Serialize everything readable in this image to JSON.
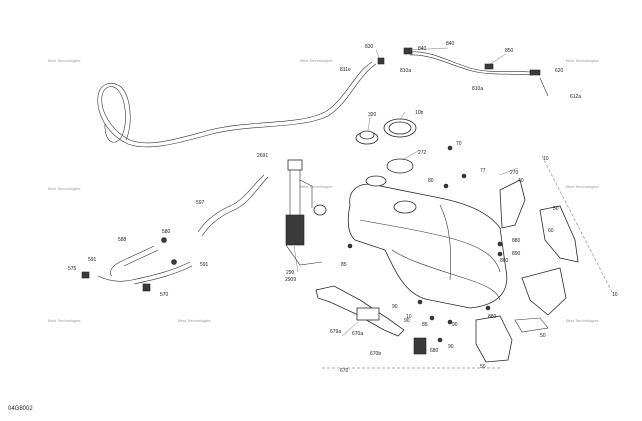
{
  "diagram_code": "04G8002",
  "watermark": "Best Technologies",
  "part_labels": [
    "830",
    "840",
    "811e",
    "810a",
    "850",
    "620",
    "810a",
    "612a",
    "320",
    "10b",
    "272",
    "70",
    "77",
    "10",
    "40",
    "80",
    "50",
    "60",
    "270",
    "2691",
    "597",
    "580",
    "588",
    "591",
    "591",
    "575",
    "570",
    "290",
    "2909",
    "880",
    "890",
    "85",
    "90",
    "85",
    "90",
    "679a",
    "670a",
    "90",
    "680",
    "90",
    "670b",
    "670",
    "50",
    "50",
    "10",
    "10",
    "860",
    "840",
    "880"
  ]
}
